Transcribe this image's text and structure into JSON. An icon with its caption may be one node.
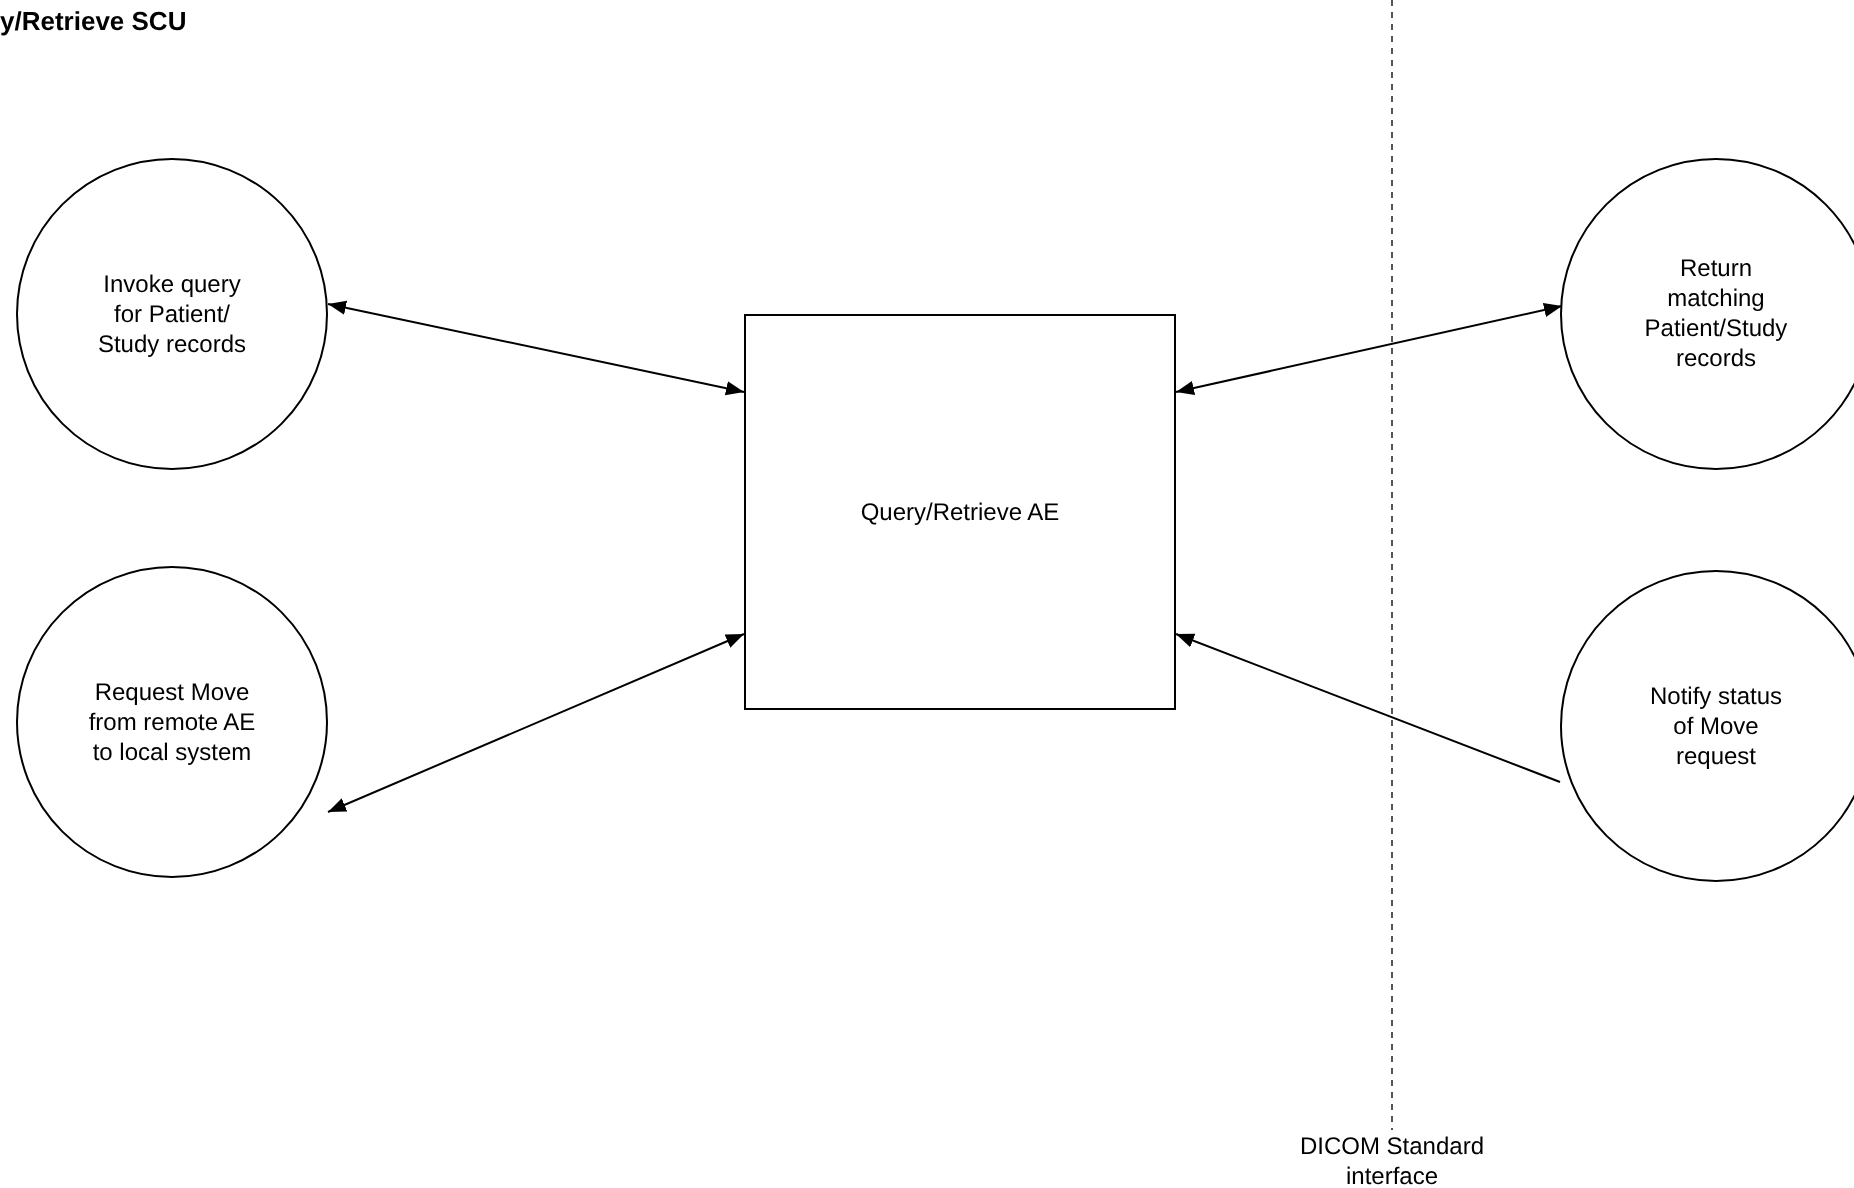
{
  "diagram": {
    "title": "y/Retrieve SCU",
    "nodes": [
      {
        "text": [
          "Invoke query for Patient/ Study records"
        ]
      },
      {
        "text": [
          "Return matching Patient/Study records"
        ]
      },
      {
        "text": [
          "Query/Retrieve AE"
        ]
      },
      {
        "text": [
          "Request Move from remote AE to local system"
        ]
      },
      {
        "text": [
          "Notify status of Move request"
        ]
      }
    ],
    "edges": [
      {
        "from": 0,
        "to": 2,
        "arrow": "both"
      },
      {
        "from": 2,
        "to": 1,
        "arrow": "both"
      },
      {
        "from": 3,
        "to": 2,
        "arrow": "both"
      },
      {
        "from": 4,
        "to": 2,
        "arrow": "to"
      }
    ],
    "labels": [
      "DICOM Standard interface"
    ]
  }
}
